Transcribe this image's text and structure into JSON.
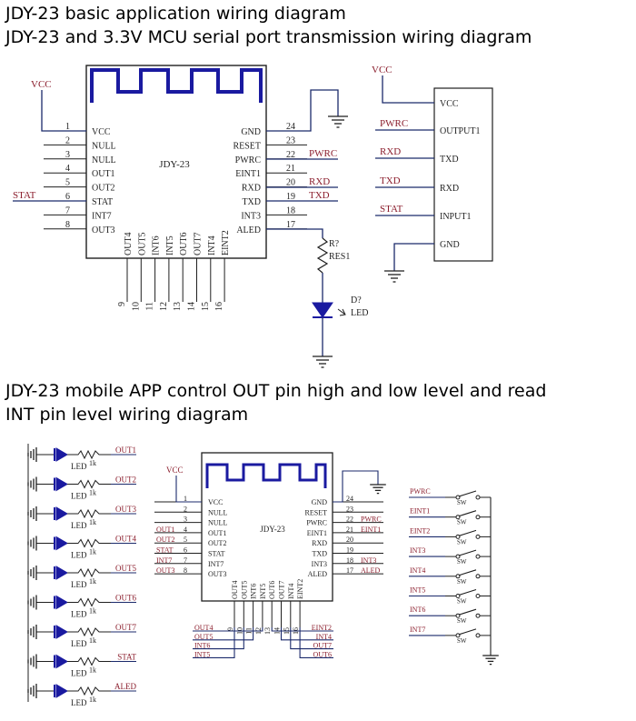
{
  "headings": {
    "line1": "JDY-23 basic application wiring diagram",
    "line2": "JDY-23 and 3.3V MCU serial port transmission wiring diagram",
    "line3": "JDY-23 mobile APP control OUT pin high and low level and read",
    "line4": "INT pin level wiring diagram"
  },
  "colors": {
    "wire": "#1b2a6b",
    "ink": "#1f1f1f",
    "net_label": "#8b1e2d",
    "antenna": "#1a1aa0"
  },
  "top_diagram": {
    "chip_name": "JDY-23",
    "vcc_label": "VCC",
    "stat_label": "STAT",
    "left_pins": [
      {
        "num": "1",
        "name": "VCC"
      },
      {
        "num": "2",
        "name": "NULL"
      },
      {
        "num": "3",
        "name": "NULL"
      },
      {
        "num": "4",
        "name": "OUT1"
      },
      {
        "num": "5",
        "name": "OUT2"
      },
      {
        "num": "6",
        "name": "STAT"
      },
      {
        "num": "7",
        "name": "INT7"
      },
      {
        "num": "8",
        "name": "OUT3"
      }
    ],
    "right_pins": [
      {
        "num": "24",
        "name": "GND"
      },
      {
        "num": "23",
        "name": "RESET"
      },
      {
        "num": "22",
        "name": "PWRC"
      },
      {
        "num": "21",
        "name": "EINT1"
      },
      {
        "num": "20",
        "name": "RXD"
      },
      {
        "num": "19",
        "name": "TXD"
      },
      {
        "num": "18",
        "name": "INT3"
      },
      {
        "num": "17",
        "name": "ALED"
      }
    ],
    "bottom_pins": [
      {
        "num": "9",
        "name": "OUT4"
      },
      {
        "num": "10",
        "name": "OUT5"
      },
      {
        "num": "11",
        "name": "INT6"
      },
      {
        "num": "12",
        "name": "INT5"
      },
      {
        "num": "13",
        "name": "OUT6"
      },
      {
        "num": "14",
        "name": "OUT7"
      },
      {
        "num": "15",
        "name": "INT4"
      },
      {
        "num": "16",
        "name": "EINT2"
      }
    ],
    "net_labels": {
      "pwrc": "PWRC",
      "rxd": "RXD",
      "txd": "TXD"
    },
    "resistor": {
      "ref": "R?",
      "name": "RES1"
    },
    "led": {
      "ref": "D?",
      "name": "LED"
    }
  },
  "mcu_diagram": {
    "vcc_label": "VCC",
    "left_nets": [
      "PWRC",
      "RXD",
      "TXD",
      "STAT"
    ],
    "pins": [
      "VCC",
      "OUTPUT1",
      "TXD",
      "RXD",
      "INPUT1",
      "GND"
    ]
  },
  "bottom_diagram": {
    "chip_name": "JDY-23",
    "vcc_label": "VCC",
    "led_rows": [
      {
        "net": "OUT1",
        "res": "1k",
        "led": "LED"
      },
      {
        "net": "OUT2",
        "res": "1k",
        "led": "LED"
      },
      {
        "net": "OUT3",
        "res": "1k",
        "led": "LED"
      },
      {
        "net": "OUT4",
        "res": "1k",
        "led": "LED"
      },
      {
        "net": "OUT5",
        "res": "1k",
        "led": "LED"
      },
      {
        "net": "OUT6",
        "res": "1k",
        "led": "LED"
      },
      {
        "net": "OUT7",
        "res": "1k",
        "led": "LED"
      },
      {
        "net": "STAT",
        "res": "1k",
        "led": "LED"
      },
      {
        "net": "ALED",
        "res": "1k",
        "led": "LED"
      }
    ],
    "left_nets": [
      "",
      "",
      "",
      "OUT1",
      "OUT2",
      "STAT",
      "INT7",
      "OUT3"
    ],
    "right_nets": [
      "",
      "",
      "PWRC",
      "EINT1",
      "",
      "",
      "INT3",
      "ALED"
    ],
    "bottom_left_nets": [
      "OUT4",
      "OUT5",
      "INT6",
      "INT5"
    ],
    "bottom_right_nets": [
      "EINT2",
      "INT4",
      "OUT7",
      "OUT6"
    ],
    "switches": [
      {
        "net": "PWRC",
        "sw": "SW"
      },
      {
        "net": "EINT1",
        "sw": "SW"
      },
      {
        "net": "EINT2",
        "sw": "SW"
      },
      {
        "net": "INT3",
        "sw": "SW"
      },
      {
        "net": "INT4",
        "sw": "SW"
      },
      {
        "net": "INT5",
        "sw": "SW"
      },
      {
        "net": "INT6",
        "sw": "SW"
      },
      {
        "net": "INT7",
        "sw": "SW"
      }
    ]
  }
}
